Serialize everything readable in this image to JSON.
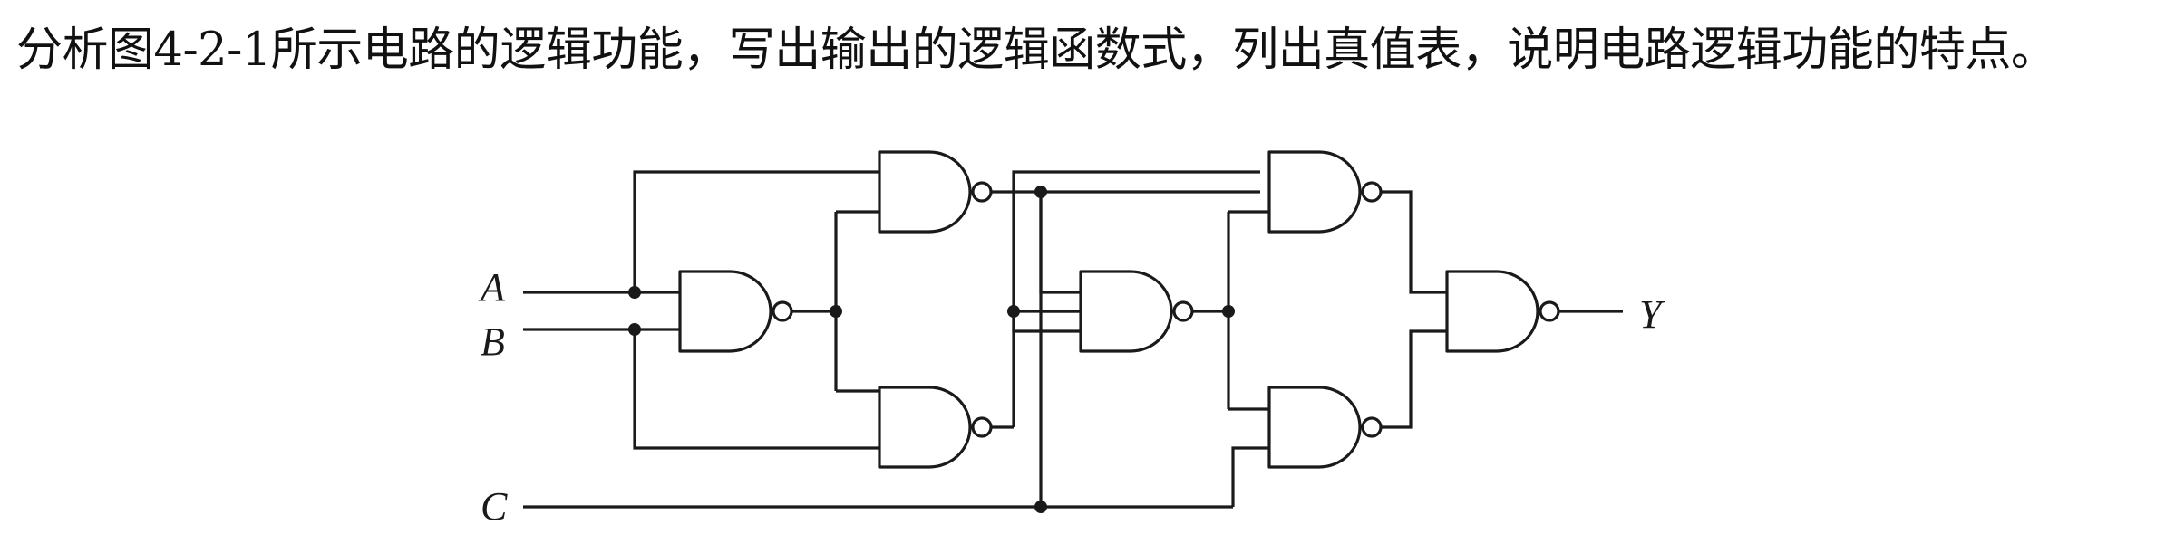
{
  "question": {
    "text": "分析图4-2-1所示电路的逻辑功能，写出输出的逻辑函数式，列出真值表，说明电路逻辑功能的特点。"
  },
  "diagram": {
    "inputs": [
      "A",
      "B",
      "C"
    ],
    "output": "Y",
    "gate_type": "NAND",
    "gate_count": 7
  }
}
